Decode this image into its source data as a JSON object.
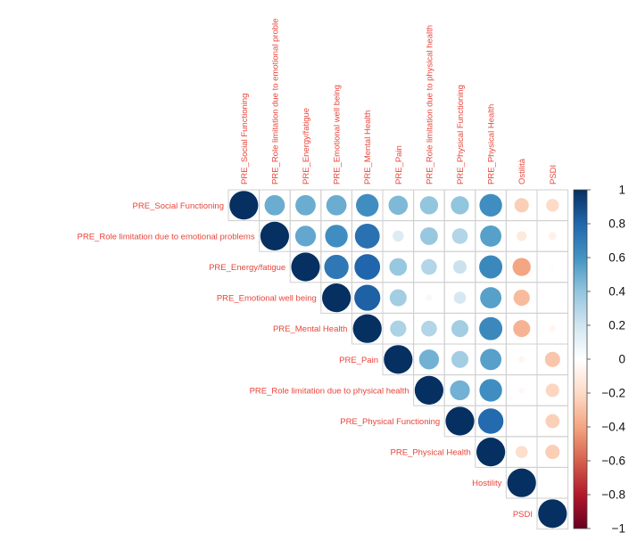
{
  "chart_data": {
    "type": "heatmap",
    "variant": "upper-triangle correlation plot (circle size and colour encode r)",
    "labels": [
      "PRE_Social Functioning",
      "PRE_Role limitation due to emotional problems",
      "PRE_Energy/fatigue",
      "PRE_Emotional well being",
      "PRE_Mental Health",
      "PRE_Pain",
      "PRE_Role limitation due to physical health",
      "PRE_Physical Functioning",
      "PRE_Physical Health",
      "Ostilità",
      "PSDI"
    ],
    "column_labels": [
      "PRE_Social Functioning",
      "PRE_Role limitation due to emotional proble",
      "PRE_Energy/fatigue",
      "PRE_Emotional well being",
      "PRE_Mental Health",
      "PRE_Pain",
      "PRE_Role limitation due to physical health",
      "PRE_Physical Functioning",
      "PRE_Physical Health",
      "Ostilità",
      "PSDI"
    ],
    "row_labels": [
      "PRE_Social Functioning",
      "PRE_Role limitation due to emotional problems",
      "PRE_Energy/fatigue",
      "PRE_Emotional well being",
      "PRE_Mental Health",
      "PRE_Pain",
      "PRE_Role limitation due to physical health",
      "PRE_Physical Functioning",
      "PRE_Physical Health",
      "Hostility",
      "PSDI"
    ],
    "matrix": [
      [
        1.0,
        0.5,
        0.5,
        0.5,
        0.62,
        0.45,
        0.4,
        0.4,
        0.62,
        -0.25,
        -0.2
      ],
      [
        null,
        1.0,
        0.52,
        0.62,
        0.75,
        0.15,
        0.38,
        0.3,
        0.55,
        -0.12,
        -0.08
      ],
      [
        null,
        null,
        1.0,
        0.72,
        0.8,
        0.38,
        0.3,
        0.22,
        0.65,
        -0.4,
        -0.02
      ],
      [
        null,
        null,
        null,
        1.0,
        0.82,
        0.35,
        0.05,
        0.18,
        0.55,
        -0.32,
        0.0
      ],
      [
        null,
        null,
        null,
        null,
        1.0,
        0.32,
        0.3,
        0.35,
        0.65,
        -0.35,
        -0.05
      ],
      [
        null,
        null,
        null,
        null,
        null,
        1.0,
        0.48,
        0.35,
        0.55,
        -0.05,
        -0.28
      ],
      [
        null,
        null,
        null,
        null,
        null,
        null,
        1.0,
        0.48,
        0.62,
        -0.04,
        -0.22
      ],
      [
        null,
        null,
        null,
        null,
        null,
        null,
        null,
        1.0,
        0.78,
        0.0,
        -0.24
      ],
      [
        null,
        null,
        null,
        null,
        null,
        null,
        null,
        null,
        1.0,
        -0.18,
        -0.25
      ],
      [
        null,
        null,
        null,
        null,
        null,
        null,
        null,
        null,
        null,
        1.0,
        0.0
      ],
      [
        null,
        null,
        null,
        null,
        null,
        null,
        null,
        null,
        null,
        null,
        1.0
      ]
    ],
    "colorbar": {
      "range": [
        -1,
        1
      ],
      "ticks": [
        "1",
        "0.8",
        "0.6",
        "0.4",
        "0.2",
        "0",
        "−0.2",
        "−0.4",
        "−0.6",
        "−0.8",
        "−1"
      ],
      "colors": [
        "#67001F",
        "#B2182B",
        "#D6604D",
        "#F4A582",
        "#FDDBC7",
        "#FFFFFF",
        "#D1E5F0",
        "#92C5DE",
        "#4393C3",
        "#2166AC",
        "#053061"
      ]
    },
    "grid": true
  }
}
